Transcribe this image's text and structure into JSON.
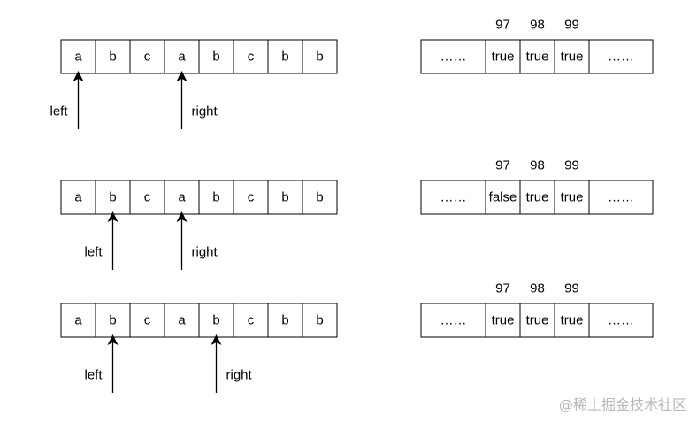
{
  "watermark": "@稀土掘金技术社区",
  "rows": [
    {
      "chars": [
        "a",
        "b",
        "c",
        "a",
        "b",
        "c",
        "b",
        "b"
      ],
      "left_label": "left",
      "left_index": 0,
      "right_label": "right",
      "right_index": 3,
      "map": {
        "ellipsis_left": "……",
        "indices": [
          "97",
          "98",
          "99"
        ],
        "values": [
          "true",
          "true",
          "true"
        ],
        "ellipsis_right": "……"
      }
    },
    {
      "chars": [
        "a",
        "b",
        "c",
        "a",
        "b",
        "c",
        "b",
        "b"
      ],
      "left_label": "left",
      "left_index": 1,
      "right_label": "right",
      "right_index": 3,
      "map": {
        "ellipsis_left": "……",
        "indices": [
          "97",
          "98",
          "99"
        ],
        "values": [
          "false",
          "true",
          "true"
        ],
        "ellipsis_right": "……"
      }
    },
    {
      "chars": [
        "a",
        "b",
        "c",
        "a",
        "b",
        "c",
        "b",
        "b"
      ],
      "left_label": "left",
      "left_index": 1,
      "right_label": "right",
      "right_index": 4,
      "map": {
        "ellipsis_left": "……",
        "indices": [
          "97",
          "98",
          "99"
        ],
        "values": [
          "true",
          "true",
          "true"
        ],
        "ellipsis_right": "……"
      }
    }
  ]
}
